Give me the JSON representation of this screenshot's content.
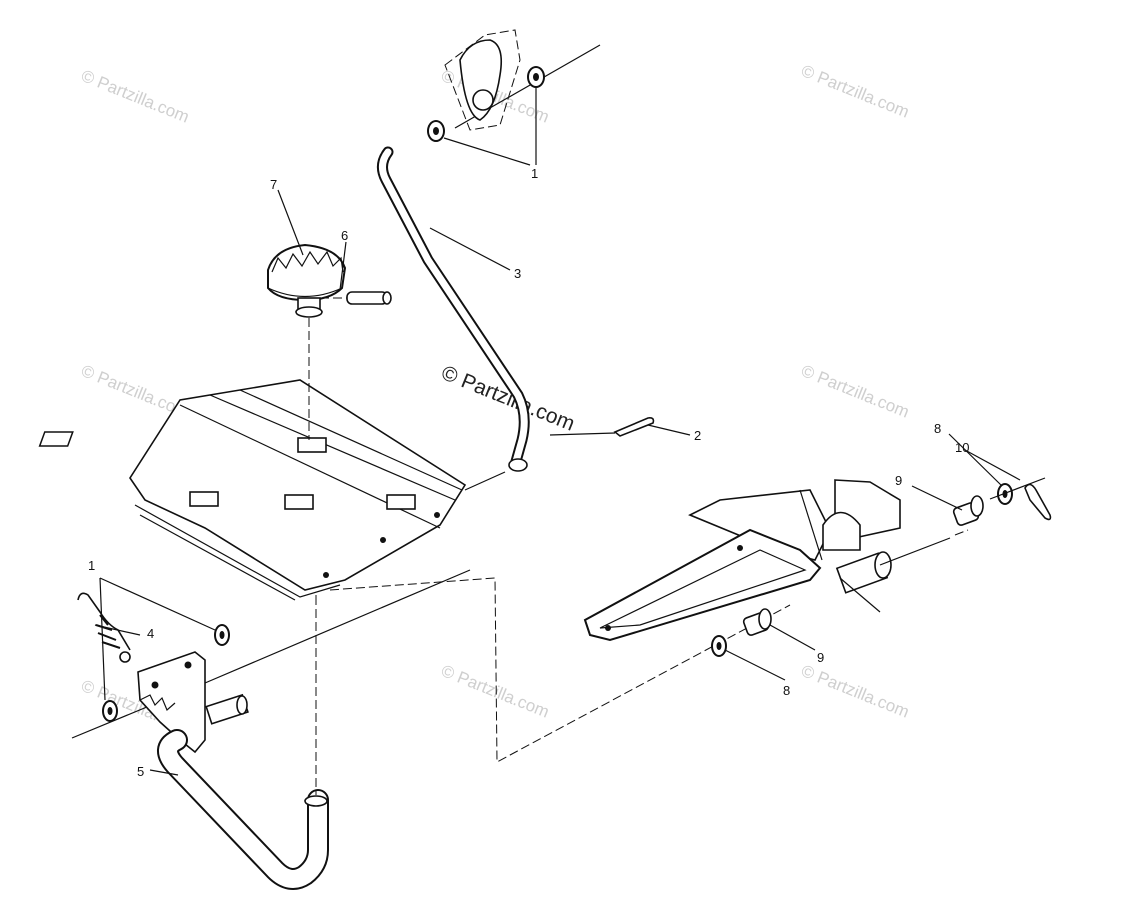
{
  "watermarks": {
    "small": "© Partzilla.com",
    "center": "© Partzilla.com"
  },
  "callouts": {
    "c1_top": "1",
    "c1_left": "1",
    "c2": "2",
    "c3": "3",
    "c4": "4",
    "c5": "5",
    "c6": "6",
    "c7": "7",
    "c8_upper": "8",
    "c8_lower": "8",
    "c9_upper": "9",
    "c9_lower": "9",
    "c10": "10"
  },
  "colors": {
    "line": "#111111",
    "watermark": "#cfcfcf",
    "background": "#ffffff"
  }
}
